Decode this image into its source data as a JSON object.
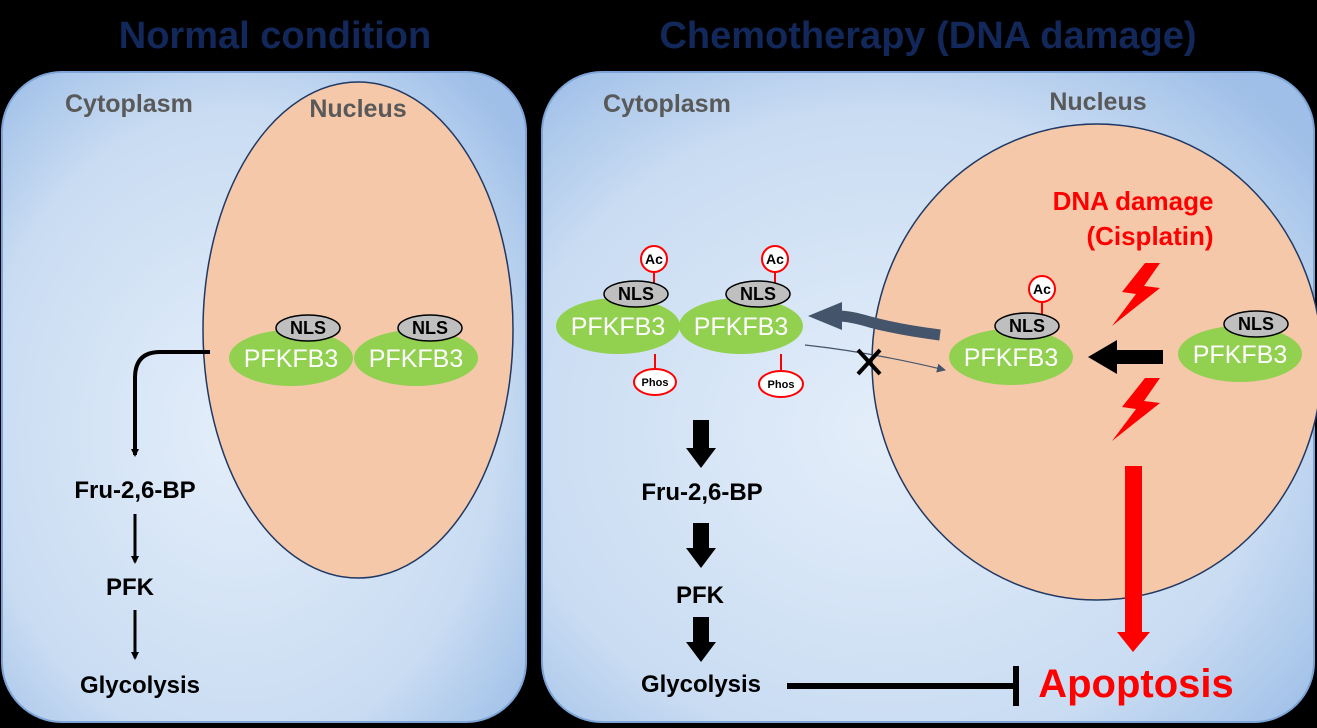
{
  "titles": {
    "normal": "Normal condition",
    "chemo": "Chemotherapy (DNA damage)"
  },
  "labels": {
    "cytoplasm": "Cytoplasm",
    "nucleus": "Nucleus",
    "pfkfb3": "PFKFB3",
    "nls": "NLS",
    "ac": "Ac",
    "phos": "Phos",
    "fru": "Fru-2,6-BP",
    "pfk": "PFK",
    "glycolysis": "Glycolysis",
    "dna_damage_line1": "DNA damage",
    "dna_damage_line2": "(Cisplatin)",
    "apoptosis": "Apoptosis"
  },
  "colors": {
    "background": "#000000",
    "cell_fill": "#c9dcf2",
    "cell_stroke": "#7da4d6",
    "nucleus_fill": "#f5c8aa",
    "enzyme_fill": "#92d050",
    "nls_fill": "#bfbfbf",
    "title": "#13285a",
    "region_label": "#595959",
    "damage": "#ff0000",
    "translocation_arrow": "#44546a"
  },
  "icons": {
    "lightning": "lightning-bolt-icon",
    "inhibition": "blocked-cross-icon"
  }
}
